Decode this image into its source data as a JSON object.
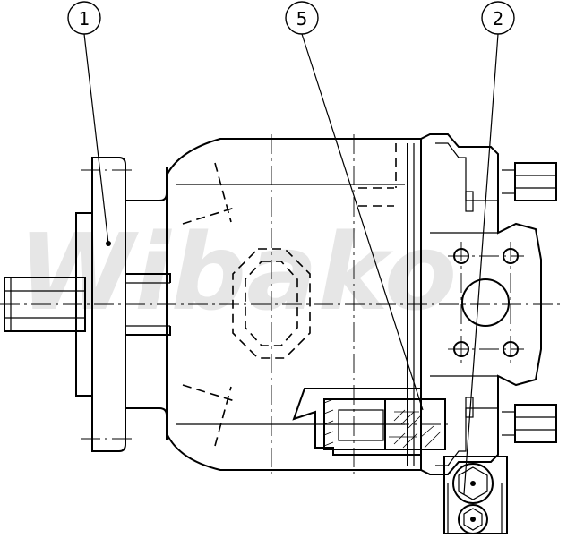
{
  "callouts": [
    {
      "id": "1",
      "label": "1"
    },
    {
      "id": "5",
      "label": "5"
    },
    {
      "id": "2",
      "label": "2"
    }
  ],
  "watermark": {
    "text": "Wibako"
  },
  "colors": {
    "line": "#000000",
    "background": "#ffffff",
    "watermark": "#e6e6e6"
  }
}
